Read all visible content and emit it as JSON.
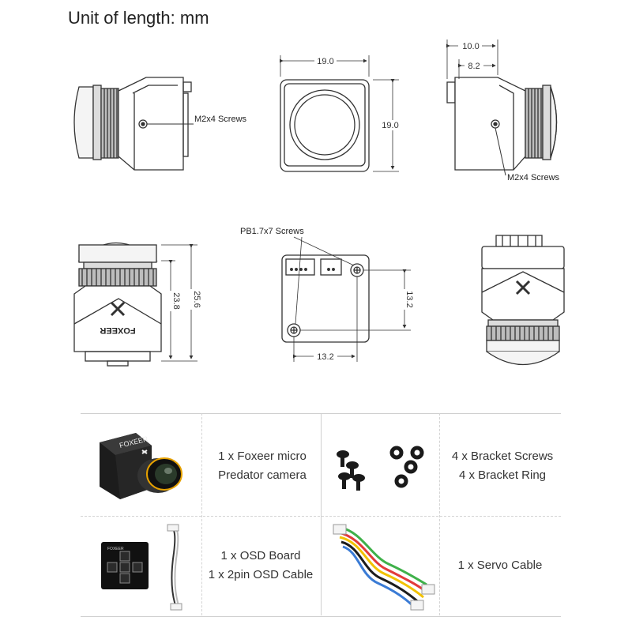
{
  "title": "Unit of length: mm",
  "dimensions": {
    "front_width": "19.0",
    "front_height": "19.0",
    "side_depth_total": "10.0",
    "side_depth_body": "8.2",
    "body_height": "23.8",
    "total_height": "25.6",
    "hole_vertical": "13.2",
    "hole_horizontal": "13.2"
  },
  "labels": {
    "screws_left": "M2x4 Screws",
    "screws_right": "M2x4 Screws",
    "back_screws": "PB1.7x7 Screws",
    "brand": "FOXEER",
    "brand_small": "FOXEER",
    "osd_board_text": "FOXEER"
  },
  "package": {
    "camera": [
      "1 x Foxeer micro",
      "Predator camera"
    ],
    "bracket": [
      "4 x Bracket Screws",
      "4 x Bracket Ring"
    ],
    "osd": [
      "1 x OSD Board",
      "1 x 2pin OSD Cable"
    ],
    "servo": [
      "1 x Servo Cable"
    ]
  },
  "colors": {
    "line": "#333333",
    "camera_body": "#1c1c1c",
    "accent": "#e6a100"
  }
}
